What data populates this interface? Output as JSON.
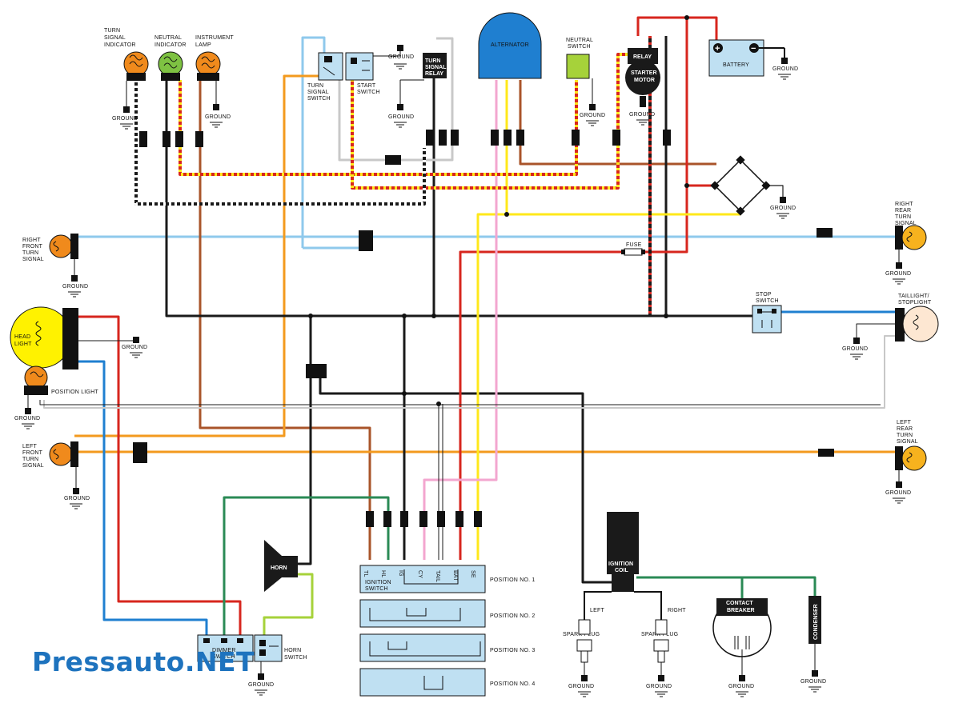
{
  "labels": {
    "turn_signal_indicator": [
      "TURN",
      "SIGNAL",
      "INDICATOR"
    ],
    "neutral_indicator": [
      "NEUTRAL",
      "INDICATOR"
    ],
    "instrument_lamp": [
      "INSTRUMENT",
      "LAMP"
    ],
    "turn_signal_switch": [
      "TURN",
      "SIGNAL",
      "SWITCH"
    ],
    "start_switch": [
      "START",
      "SWITCH"
    ],
    "turn_signal_relay": [
      "TURN",
      "SIGNAL",
      "RELAY"
    ],
    "alternator": "ALTERNATOR",
    "neutral_switch": [
      "NEUTRAL",
      "SWITCH"
    ],
    "relay": "RELAY",
    "starter_motor": [
      "STARTER",
      "MOTOR"
    ],
    "battery": "BATTERY",
    "ground": "GROUND",
    "right_front_turn_signal": [
      "RIGHT",
      "FRONT",
      "TURN",
      "SIGNAL"
    ],
    "right_rear_turn_signal": [
      "RIGHT",
      "REAR",
      "TURN",
      "SIGNAL"
    ],
    "fuse": "FUSE",
    "stop_switch": [
      "STOP",
      "SWITCH"
    ],
    "taillight_stoplight": [
      "TAILLIGHT/",
      "STOPLIGHT"
    ],
    "head_light": [
      "HEAD",
      "LIGHT"
    ],
    "position_light": "POSITION LIGHT",
    "left_front_turn_signal": [
      "LEFT",
      "FRONT",
      "TURN",
      "SIGNAL"
    ],
    "left_rear_turn_signal": [
      "LEFT",
      "REAR",
      "TURN",
      "SIGNAL"
    ],
    "horn": "HORN",
    "ignition_switch": [
      "IGNITION",
      "SWITCH"
    ],
    "ignition_switch_terminals": [
      "TL",
      "HL",
      "IG",
      "CY",
      "TAIL",
      "BAT",
      "SE"
    ],
    "positions": [
      "POSITION NO. 1",
      "POSITION NO. 2",
      "POSITION NO. 3",
      "POSITION NO. 4"
    ],
    "ignition_coil": [
      "IGNITION",
      "COIL"
    ],
    "left": "LEFT",
    "right": "RIGHT",
    "spark_plug": "SPARK PLUG",
    "contact_breaker": [
      "CONTACT",
      "BREAKER"
    ],
    "condenser": "CONDENSER",
    "dimmer_switch": [
      "DIMMER",
      "SWITCH"
    ],
    "horn_switch": [
      "HORN",
      "SWITCH"
    ],
    "battery_plus": "+",
    "battery_minus": "−"
  },
  "watermark": "Pressauto.NET",
  "wire_colors": {
    "black": "#1a1a1a",
    "red": "#d7261e",
    "yellow": "#ffe81a",
    "orange": "#f39a1e",
    "light_blue": "#8fc9ec",
    "blue": "#1f7fd0",
    "brown": "#a9542a",
    "pink": "#f3a6cf",
    "green": "#2a8a55",
    "light_green": "#a6d23a",
    "gray": "#c8c8c8",
    "bulb_orange": "#f08a1c",
    "bulb_green": "#7ec242",
    "headlight_yellow": "#fff200",
    "panel_blue": "#bfe0f2"
  }
}
